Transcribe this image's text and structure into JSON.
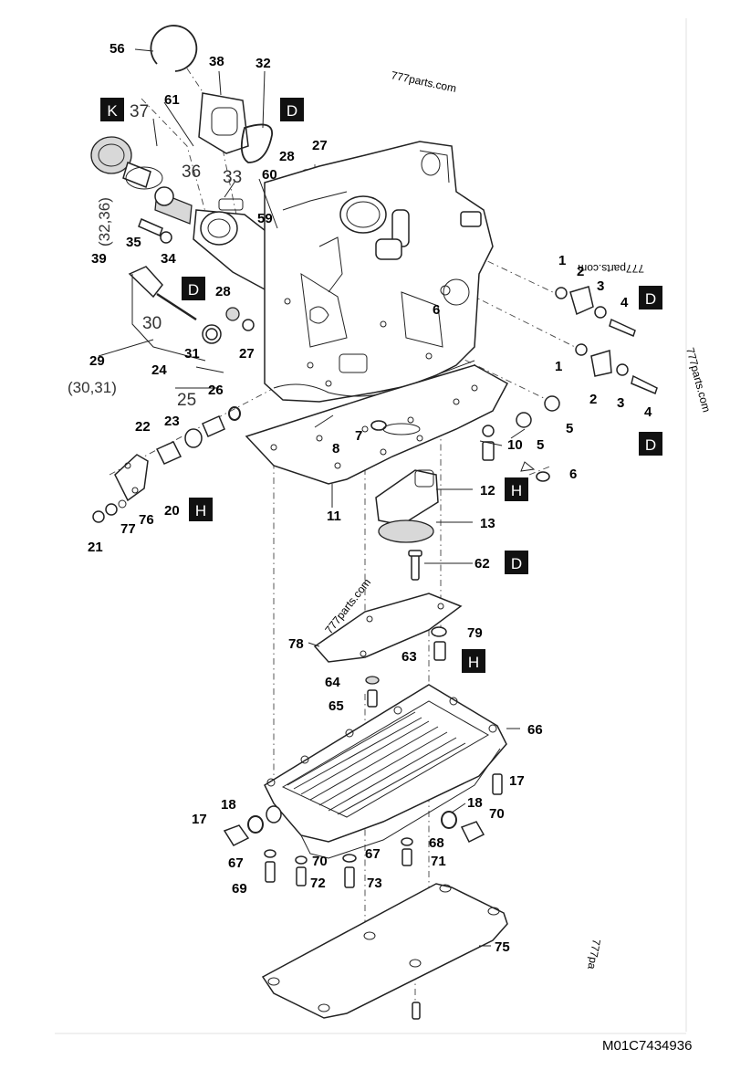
{
  "document_id": "M01C7434936",
  "watermarks": [
    "777parts.com",
    "777parts.com",
    "777parts.com",
    "777parts.com",
    "777pa"
  ],
  "tags": [
    "K",
    "D",
    "D",
    "D",
    "D",
    "D",
    "H",
    "H",
    "H"
  ],
  "callouts": [
    "56",
    "38",
    "32",
    "61",
    "37",
    "36",
    "(32,36)",
    "33",
    "28",
    "27",
    "60",
    "35",
    "34",
    "59",
    "39",
    "28",
    "30",
    "31",
    "27",
    "29",
    "(30,31)",
    "24",
    "25",
    "26",
    "22",
    "23",
    "20",
    "76",
    "77",
    "21",
    "1",
    "2",
    "3",
    "4",
    "1",
    "2",
    "3",
    "4",
    "6",
    "5",
    "5",
    "10",
    "6",
    "7",
    "8",
    "11",
    "12",
    "13",
    "62",
    "78",
    "79",
    "63",
    "64",
    "65",
    "66",
    "17",
    "18",
    "17",
    "18",
    "70",
    "67",
    "70",
    "67",
    "68",
    "71",
    "69",
    "72",
    "73",
    "75"
  ]
}
